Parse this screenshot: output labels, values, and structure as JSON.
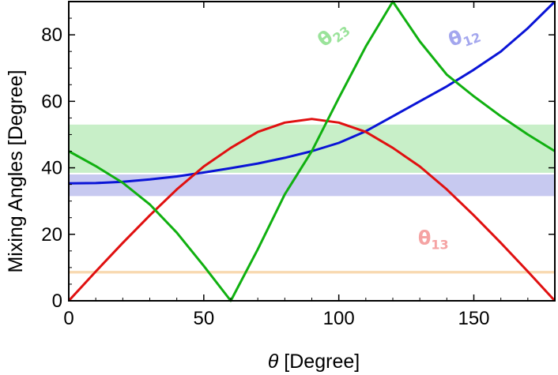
{
  "chart_data": {
    "type": "line",
    "xlabel": {
      "symbol": "θ",
      "rest": " [Degree]"
    },
    "ylabel": "Mixing Angles [Degree]",
    "xlim": [
      0,
      180
    ],
    "ylim": [
      0,
      90
    ],
    "xticks": [
      0,
      50,
      100,
      150
    ],
    "yticks": [
      0,
      20,
      40,
      60,
      80
    ],
    "grid": false,
    "bands": [
      {
        "name": "θ23 band",
        "y": [
          38.5,
          53
        ],
        "color": "#c8efc8"
      },
      {
        "name": "θ12 band",
        "y": [
          31.5,
          38
        ],
        "color": "#c7c9f0"
      },
      {
        "name": "θ13 band",
        "y": [
          8.2,
          9.0
        ],
        "color": "#f8d9b0"
      }
    ],
    "series": [
      {
        "name": "θ12",
        "color": "#0a14d6",
        "x": [
          0,
          10,
          20,
          30,
          40,
          50,
          60,
          70,
          80,
          90,
          100,
          110,
          120,
          130,
          140,
          150,
          160,
          170,
          180
        ],
        "y": [
          35.3,
          35.4,
          35.8,
          36.5,
          37.4,
          38.6,
          39.9,
          41.3,
          43.0,
          45.0,
          47.5,
          51.0,
          55.5,
          60.0,
          64.5,
          69.5,
          75.0,
          82.0,
          90.0
        ]
      },
      {
        "name": "θ13",
        "color": "#e01010",
        "x": [
          0,
          10,
          20,
          30,
          40,
          50,
          60,
          70,
          80,
          90,
          100,
          110,
          120,
          130,
          140,
          150,
          160,
          170,
          180
        ],
        "y": [
          0,
          8.8,
          17.4,
          25.7,
          33.5,
          40.4,
          46.0,
          50.8,
          53.6,
          54.7,
          53.6,
          50.8,
          46.0,
          40.4,
          33.5,
          25.7,
          17.4,
          8.8,
          0
        ]
      },
      {
        "name": "θ23",
        "color": "#10b010",
        "x": [
          0,
          10,
          20,
          30,
          40,
          50,
          60,
          70,
          80,
          90,
          100,
          110,
          120,
          130,
          140,
          150,
          160,
          170,
          180
        ],
        "y": [
          45,
          40.5,
          35.5,
          29.0,
          20.5,
          10.5,
          0,
          15.5,
          32.0,
          45.0,
          61.0,
          76.5,
          90.0,
          78.0,
          68.0,
          61.5,
          55.5,
          50.0,
          45.0
        ]
      }
    ],
    "annotations": [
      {
        "main": "θ",
        "sub": "23",
        "x": 99,
        "y": 79,
        "rotate": -38,
        "color": "#9ae39a"
      },
      {
        "main": "θ",
        "sub": "12",
        "x": 147,
        "y": 78,
        "rotate": -20,
        "color": "#a3a6ee"
      },
      {
        "main": "θ",
        "sub": "13",
        "x": 135,
        "y": 17,
        "rotate": 0,
        "color": "#f5a3a3"
      }
    ]
  }
}
